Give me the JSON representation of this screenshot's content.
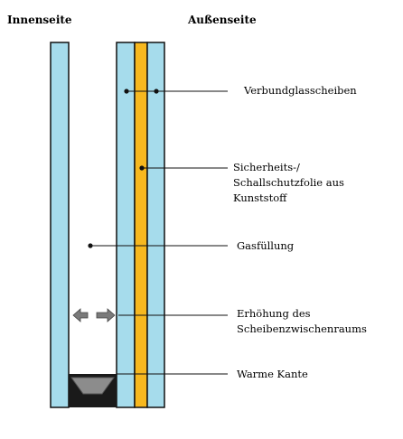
{
  "headers": {
    "inside": "Innenseite",
    "outside": "Außenseite"
  },
  "labels": {
    "laminated_glass": "Verbundglasscheiben",
    "foil_line1": "Sicherheits-/",
    "foil_line2": "Schallschutzfolie aus",
    "foil_line3": "Kunststoff",
    "gas": "Gasfüllung",
    "gap_line1": "Erhöhung des",
    "gap_line2": "Scheibenzwischenraums",
    "edge": "Warme Kante"
  },
  "colors": {
    "glass": "#a6dcec",
    "foil": "#f7b81f",
    "spacer": "#8c8c8c",
    "seal": "#1a1a1a",
    "outline": "#111111",
    "arrow": "#7a7a7a"
  },
  "icons": {
    "expand_arrows": "double-arrow-left-right-icon"
  }
}
